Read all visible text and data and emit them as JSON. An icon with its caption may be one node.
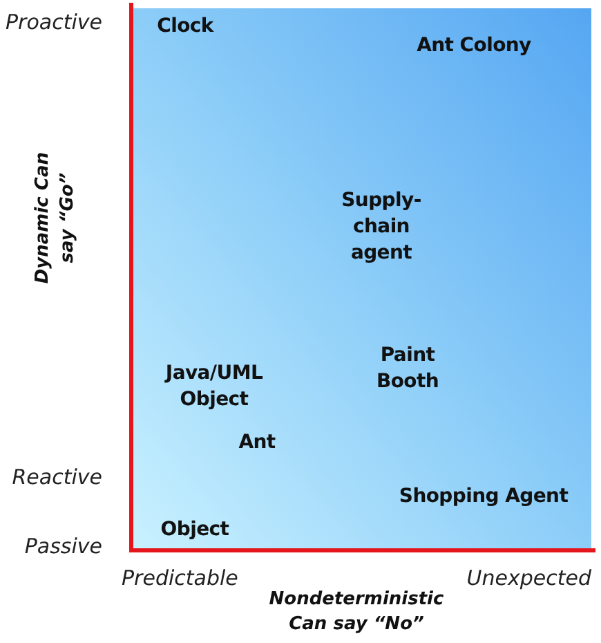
{
  "diagram": {
    "labels": [
      "Proactive",
      "Clock",
      "Ant Colony",
      "Dynamic Can say “Go”",
      "Supply-chain agent",
      "Paint Booth",
      "Java/UML Object",
      "Ant",
      "Reactive",
      "Shopping Agent",
      "Passive",
      "Object",
      "Predictable",
      "Unexpected",
      "Nondeterministic Can say “No”"
    ]
  }
}
